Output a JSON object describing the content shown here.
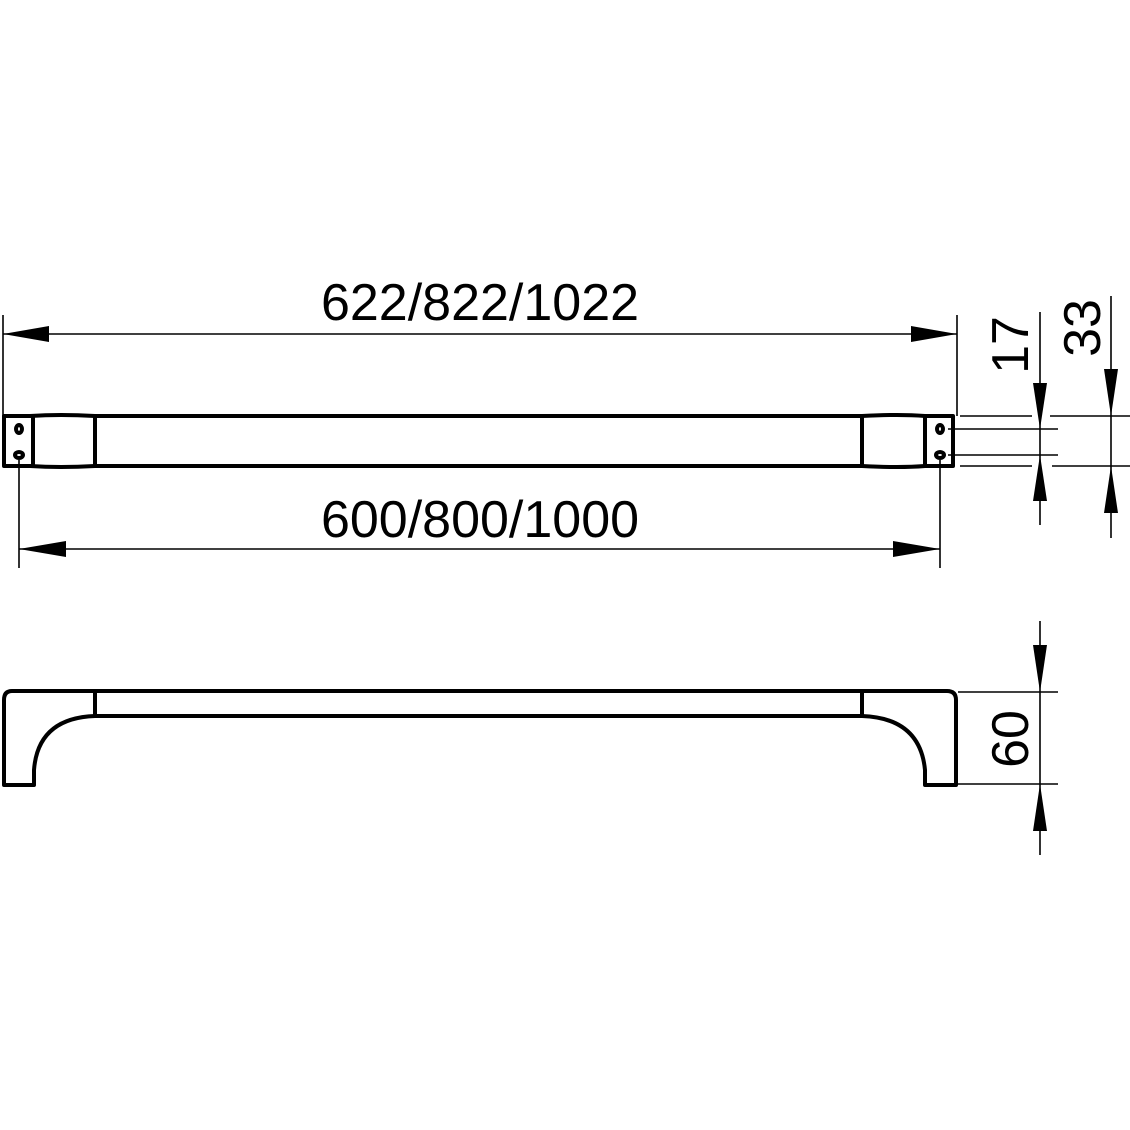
{
  "drawing": {
    "top_view": {
      "overall_length_label": "622/822/1022",
      "mounting_distance_label": "600/800/1000",
      "hole_spacing_label": "17",
      "depth_label": "33"
    },
    "side_view": {
      "height_label": "60"
    },
    "colors": {
      "line": "#000000",
      "background": "#ffffff"
    }
  }
}
